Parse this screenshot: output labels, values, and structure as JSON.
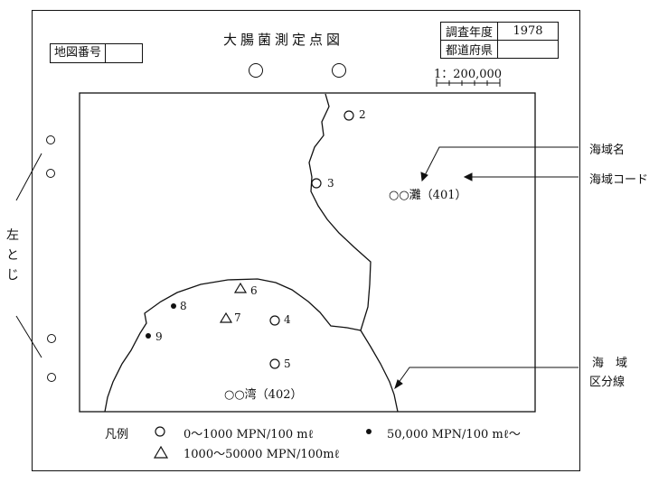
{
  "title": "大腸菌測定点図",
  "map_number_label": "地図番号",
  "info_table": {
    "year_label": "調査年度",
    "year_value": "1978",
    "prefecture_label": "都道府県",
    "prefecture_value": ""
  },
  "scale_label": "1：200,000",
  "binding_label": [
    "左",
    "と",
    "じ"
  ],
  "stations": [
    {
      "id": "2",
      "symbol": "open-circle"
    },
    {
      "id": "3",
      "symbol": "open-circle"
    },
    {
      "id": "4",
      "symbol": "open-circle"
    },
    {
      "id": "5",
      "symbol": "open-circle"
    },
    {
      "id": "6",
      "symbol": "triangle"
    },
    {
      "id": "7",
      "symbol": "triangle"
    },
    {
      "id": "8",
      "symbol": "filled-dot"
    },
    {
      "id": "9",
      "symbol": "filled-dot"
    }
  ],
  "sea_area_label": "○○灘（401）",
  "bay_label": "○○湾（402）",
  "callouts": {
    "sea_area_name": "海域名",
    "sea_area_code": "海域コード",
    "boundary_line_1": "海　域",
    "boundary_line_2": "区分線"
  },
  "legend": {
    "title": "凡例",
    "item1": "0〜1000 MPN/100 mℓ",
    "item2": "50,000 MPN/100 mℓ〜",
    "item3": "1000〜50000 MPN/100mℓ"
  }
}
